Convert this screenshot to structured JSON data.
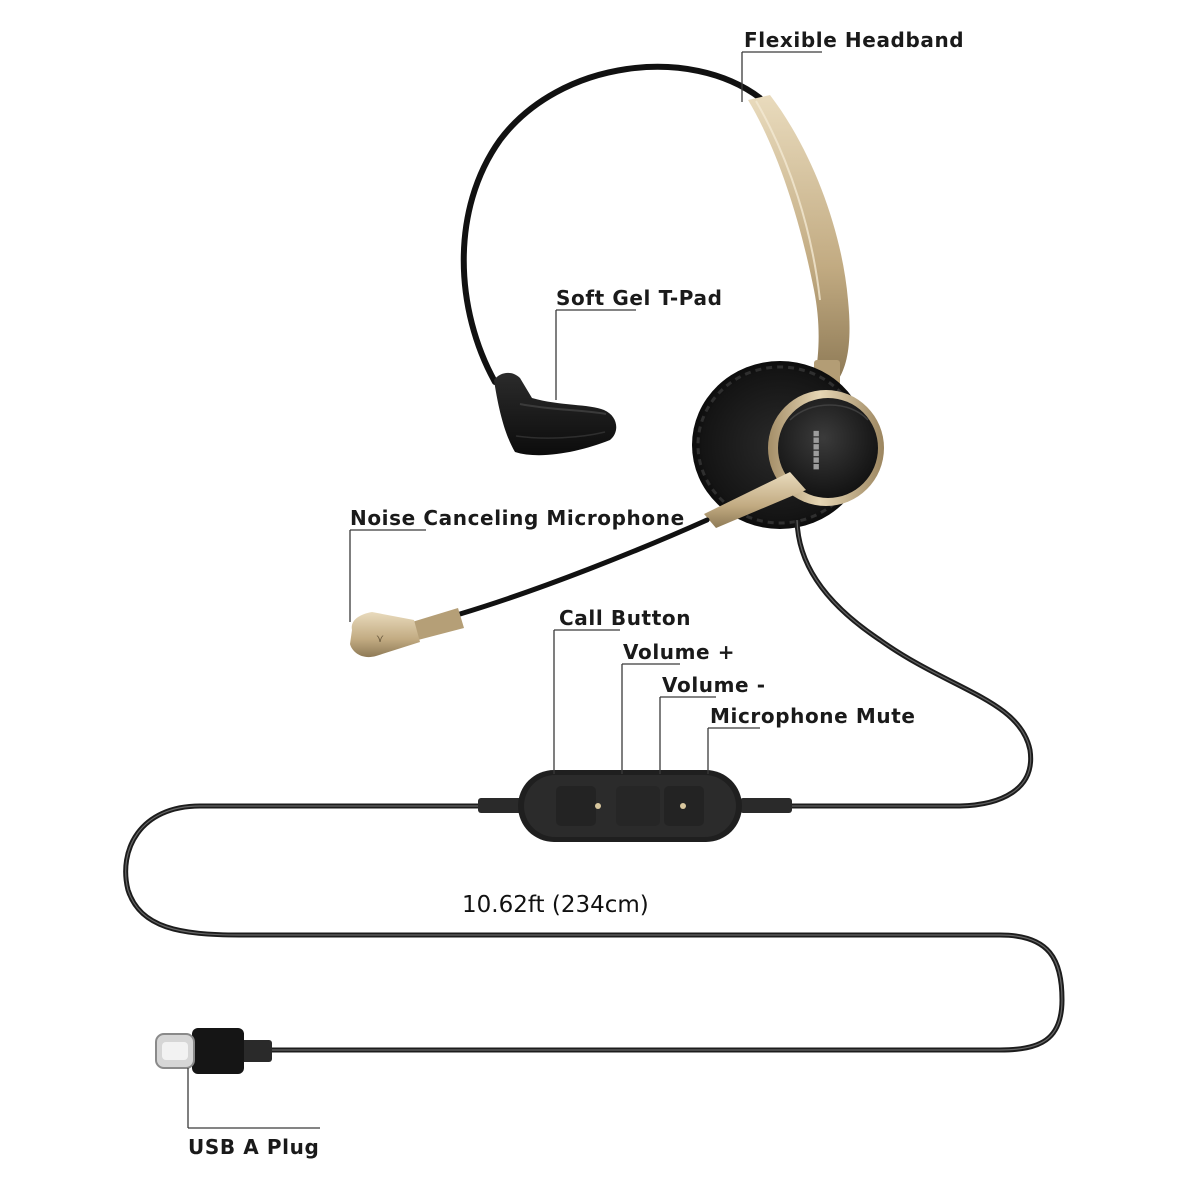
{
  "labels": {
    "flexible_headband": "Flexible Headband",
    "soft_gel_tpad": "Soft Gel T-Pad",
    "noise_canceling_microphone": "Noise Canceling Microphone",
    "call_button": "Call Button",
    "volume_up": "Volume +",
    "volume_down": "Volume -",
    "microphone_mute": "Microphone Mute",
    "cable_length": "10.62ft (234cm)",
    "usb_plug": "USB A Plug"
  },
  "colors": {
    "gold": "#c9b38a",
    "gold_dark": "#9c8660",
    "black": "#1a1a1a",
    "cable": "#2a2a2a",
    "cable_highlight": "#9a9a9a"
  }
}
